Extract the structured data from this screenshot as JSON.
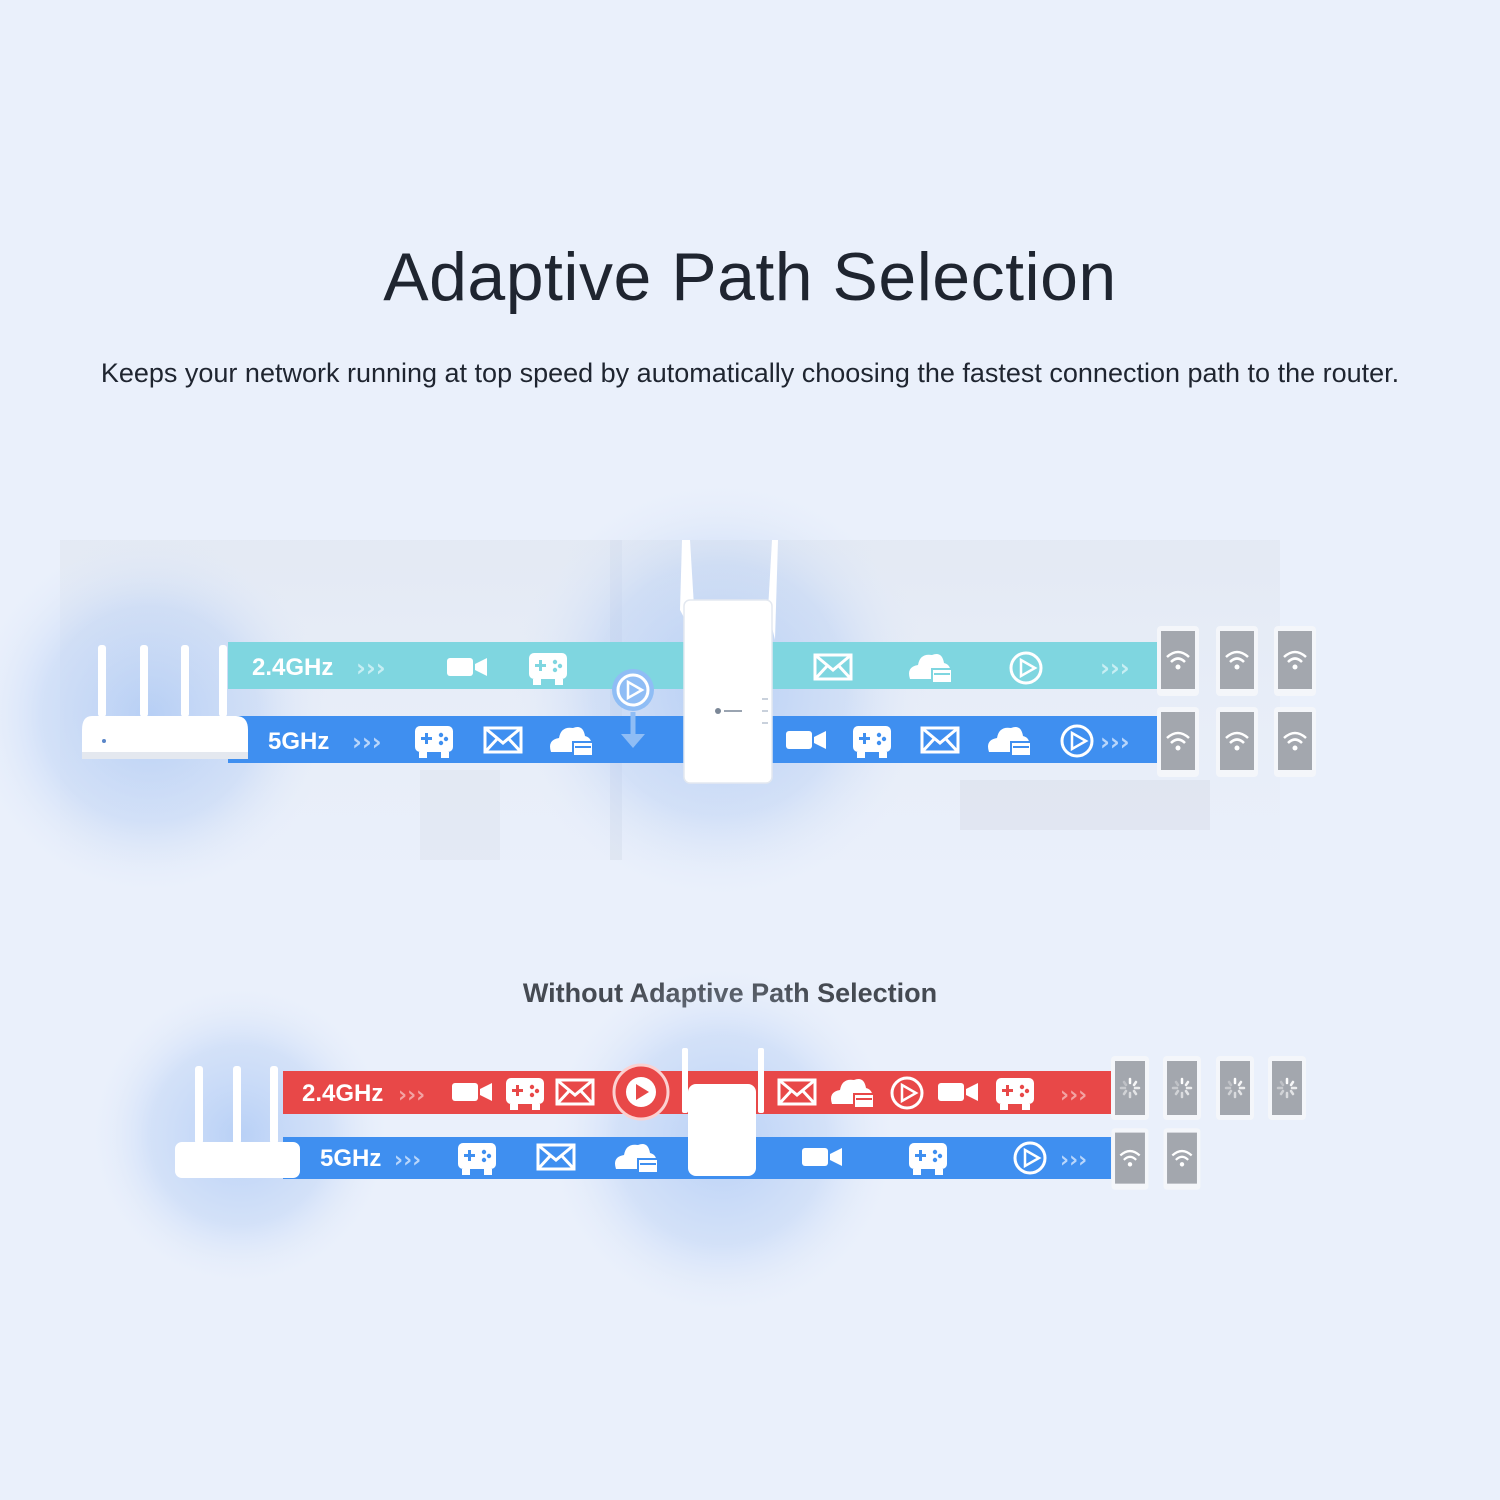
{
  "header": {
    "title": "Adaptive Path Selection",
    "subtitle": "Keeps your network running at top speed by automatically choosing the fastest connection path to the router."
  },
  "with_aps": {
    "band_24_label": "2.4GHz",
    "band_5_label": "5GHz",
    "band_24_color": "#7fd6e0",
    "band_5_color": "#3f8ff0",
    "band_24_icons_left": [
      "camera-icon",
      "gamepad-icon"
    ],
    "band_24_icons_right": [
      "mail-icon",
      "cloud-icon",
      "play-icon"
    ],
    "band_5_icons_left": [
      "gamepad-icon",
      "mail-icon",
      "cloud-icon"
    ],
    "band_5_icons_right": [
      "camera-icon",
      "gamepad-icon",
      "mail-icon",
      "cloud-icon",
      "play-icon"
    ],
    "switch_icon": "play-icon",
    "devices_24": [
      "wifi",
      "wifi",
      "wifi"
    ],
    "devices_5": [
      "wifi",
      "wifi",
      "wifi"
    ]
  },
  "without_aps": {
    "section_title": "Without Adaptive Path Selection",
    "band_24_label": "2.4GHz",
    "band_5_label": "5GHz",
    "band_24_color": "#e84848",
    "band_5_color": "#3f8ff0",
    "band_24_icons_left": [
      "camera-icon",
      "gamepad-icon",
      "mail-icon",
      "play-icon"
    ],
    "band_24_icons_right": [
      "mail-icon",
      "cloud-icon",
      "play-icon",
      "camera-icon",
      "gamepad-icon"
    ],
    "band_5_icons_left": [
      "gamepad-icon",
      "mail-icon",
      "cloud-icon"
    ],
    "band_5_icons_right": [
      "camera-icon",
      "gamepad-icon",
      "play-icon"
    ],
    "devices_24": [
      "loading",
      "loading",
      "loading",
      "loading"
    ],
    "devices_5": [
      "wifi",
      "wifi"
    ]
  }
}
